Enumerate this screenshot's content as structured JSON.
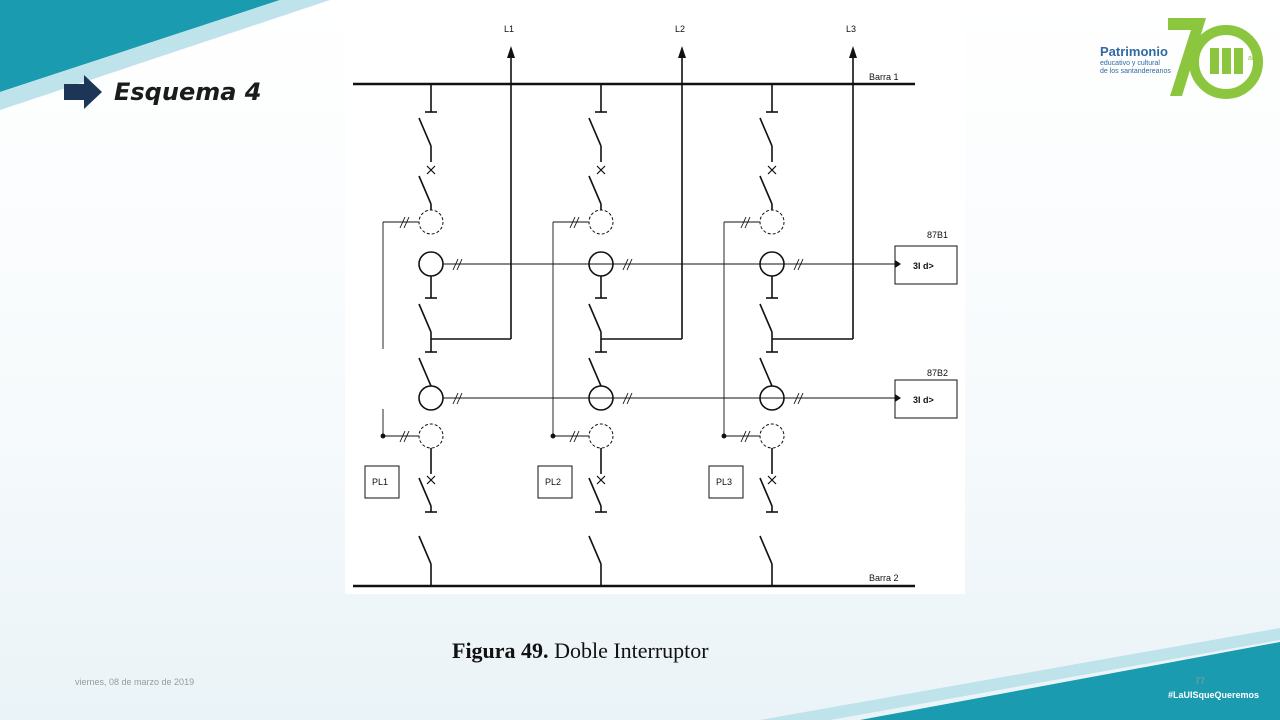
{
  "slide": {
    "title": "Esquema 4",
    "caption_bold": "Figura 49.",
    "caption_rest": " Doble Interruptor",
    "footer_date": "viernes, 08 de marzo de 2019",
    "page_number": "77",
    "hashtag": "#LaUISqueQueremos",
    "arrow_icon": "arrow-right-icon"
  },
  "logo": {
    "line1": "Patrimonio",
    "line2": "educativo y cultural",
    "line3": "de los santandereanos",
    "anniversary": "70",
    "years": "años"
  },
  "diagram": {
    "lines": [
      "L1",
      "L2",
      "L3"
    ],
    "bus1": "Barra 1",
    "bus2": "Barra 2",
    "relay1_label": "87B1",
    "relay2_label": "87B2",
    "relay_text": "3I d>",
    "pl_labels": [
      "PL1",
      "PL2",
      "PL3"
    ]
  },
  "colors": {
    "teal": "#1a9bb0",
    "navy": "#1d3557",
    "logo_green": "#8cc63f",
    "logo_blue": "#2f6aa3"
  }
}
